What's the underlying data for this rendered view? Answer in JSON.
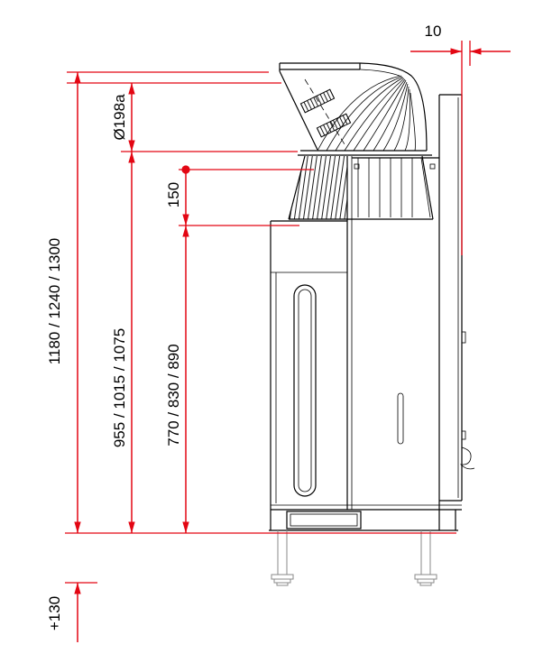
{
  "dims": {
    "top_gap": "10",
    "flue_diameter": "Ø198a",
    "flue_offset": "150",
    "overall_height": "1180 / 1240 / 1300",
    "mid_height": "955 / 1015 / 1075",
    "lower_height": "770 / 830 / 890",
    "foot_adjustment": "+130"
  },
  "colors": {
    "dimension_red": "#e30613",
    "drawing_black": "#000000",
    "label_text": "#000000",
    "background": "#ffffff"
  }
}
